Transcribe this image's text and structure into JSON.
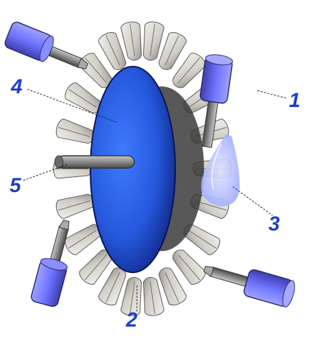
{
  "diagram": {
    "labels": [
      {
        "id": "1",
        "text": "1"
      },
      {
        "id": "2",
        "text": "2"
      },
      {
        "id": "3",
        "text": "3"
      },
      {
        "id": "4",
        "text": "4"
      },
      {
        "id": "5",
        "text": "5"
      }
    ],
    "colors": {
      "label": "#1f3fc8",
      "disk_center": "#3d7bff",
      "disk_edge": "#0a1a70",
      "nozzle_body": "#6f74ff",
      "nozzle_tube": "#9a9a9a",
      "bucket": "#d8d6cf",
      "bucket_shadow": "#7a7a76",
      "water_jet": "#a9b6ff"
    }
  }
}
